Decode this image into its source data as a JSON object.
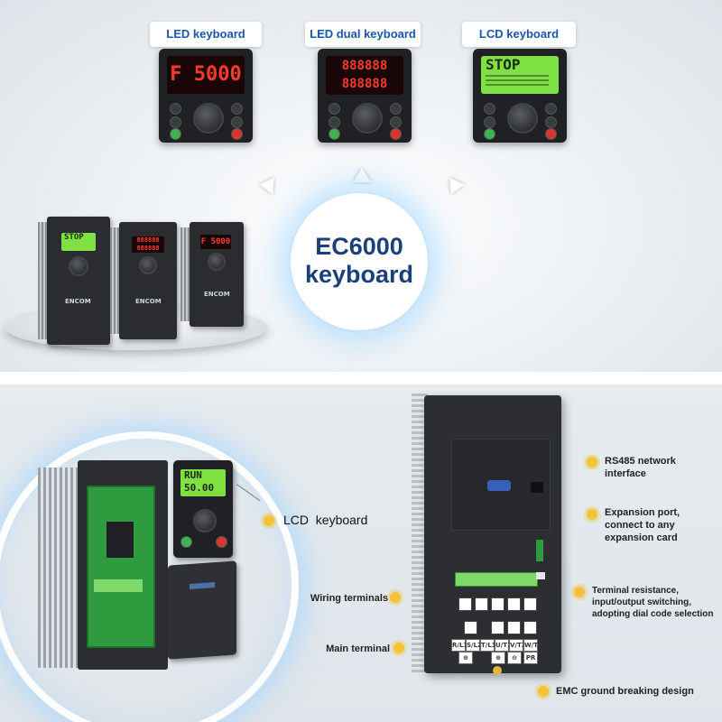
{
  "top": {
    "keyboards": [
      {
        "label": "LED keyboard",
        "display": "F 5000"
      },
      {
        "label": "LED dual keyboard",
        "display_line1": "888888",
        "display_line2": "888888"
      },
      {
        "label": "LCD keyboard",
        "display": "STOP"
      }
    ],
    "center_title_line1": "EC6000",
    "center_title_line2": "keyboard",
    "drive_display": "STOP",
    "drive_logo": "ENCOM"
  },
  "bottom": {
    "lcd_callout": "LCD  keyboard",
    "lcd_display_line1": "RUN",
    "lcd_display_line2": "50.00",
    "callouts": {
      "rs485": "RS485 network interface",
      "expansion": "Expansion port, connect to any expansion card",
      "terminal_resistance": "Terminal resistance, input/output switching, adopting dial code selection",
      "wiring": "Wiring terminals",
      "main_terminal": "Main terminal",
      "emc": "EMC ground breaking design"
    },
    "terminal_labels": [
      "R/L1",
      "S/L2",
      "T/L3",
      "U/T1",
      "V/T2",
      "W/T3"
    ],
    "terminal_symbols": [
      "⊕",
      "⊕",
      "⊖",
      "PR"
    ]
  },
  "colors": {
    "accent": "#1a57a8",
    "callout_dot": "#f4c23a",
    "led": "#ff3a2a",
    "lcd": "#7ee043"
  }
}
